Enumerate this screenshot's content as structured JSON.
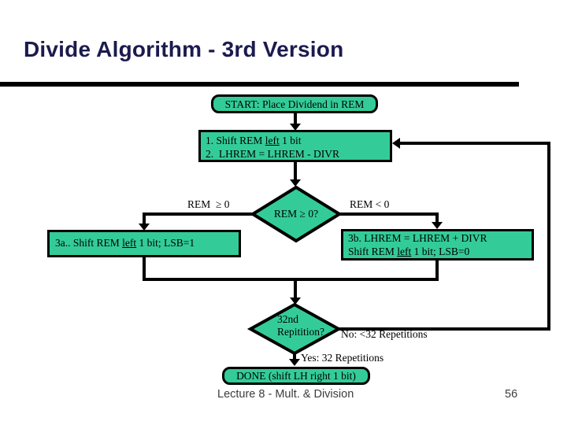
{
  "slide": {
    "title": "Divide Algorithm - 3rd Version",
    "footer": {
      "lecture": "Lecture 8 - Mult. & Division",
      "page": "56"
    }
  },
  "colors": {
    "node_fill": "#33CC99",
    "line": "#000000",
    "title_text": "#1B1B4E",
    "footer_text": "#3C3C3C"
  },
  "flow": {
    "start": {
      "label": "START: Place Dividend in REM"
    },
    "step": {
      "line1_pre": "1. Shift REM ",
      "line1_u": "left",
      "line1_post": " 1 bit",
      "line2": "2.  LHREM = LHREM - DIVR"
    },
    "decision1": {
      "label": "REM ≥ 0?",
      "branch_yes": "REM  ≥ 0",
      "branch_no": "REM < 0"
    },
    "box3a": {
      "pre": "3a.. Shift REM ",
      "u": "left",
      "post": " 1 bit; LSB=1"
    },
    "box3b": {
      "line1": "3b. LHREM = LHREM + DIVR",
      "line2_pre": "Shift REM ",
      "line2_u": "left",
      "line2_post": " 1 bit; LSB=0"
    },
    "decision2": {
      "label": "32nd\nRepitition?",
      "branch_no": "No: <32 Repetitions",
      "branch_yes": "Yes: 32 Repetitions"
    },
    "done": {
      "label": "DONE (shift LH right 1 bit)"
    }
  }
}
